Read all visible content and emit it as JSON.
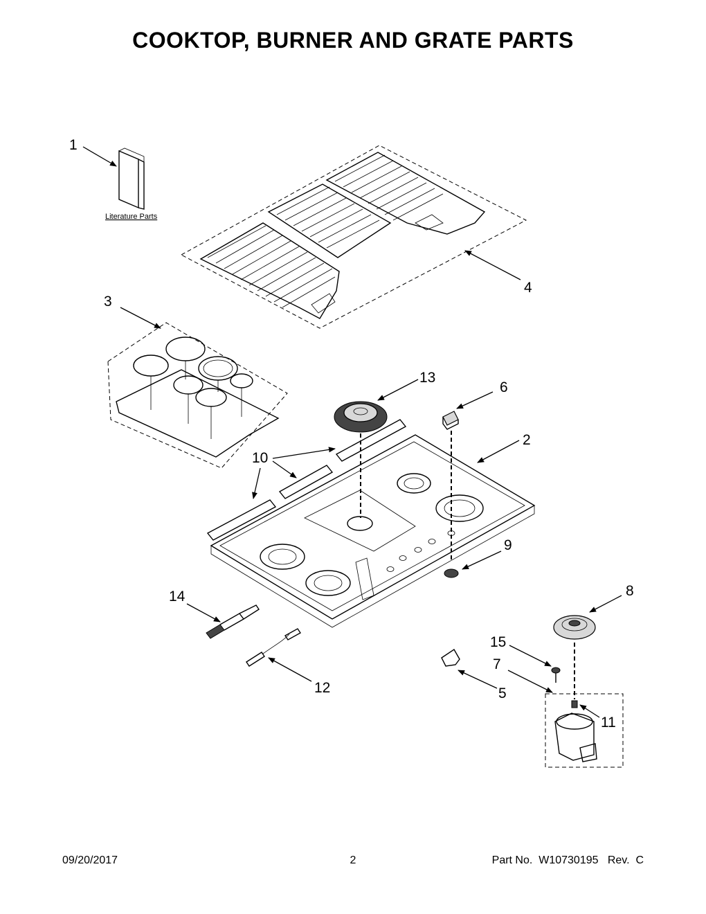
{
  "title": "COOKTOP, BURNER AND GRATE PARTS",
  "literature_label": "Literature Parts",
  "callouts": {
    "c1": "1",
    "c2": "2",
    "c3": "3",
    "c4": "4",
    "c5": "5",
    "c6": "6",
    "c7": "7",
    "c8": "8",
    "c9": "9",
    "c10": "10",
    "c11": "11",
    "c12": "12",
    "c13": "13",
    "c14": "14",
    "c15": "15"
  },
  "footer": {
    "date": "09/20/2017",
    "page": "2",
    "part": "Part No.  W10730195   Rev.  C"
  }
}
